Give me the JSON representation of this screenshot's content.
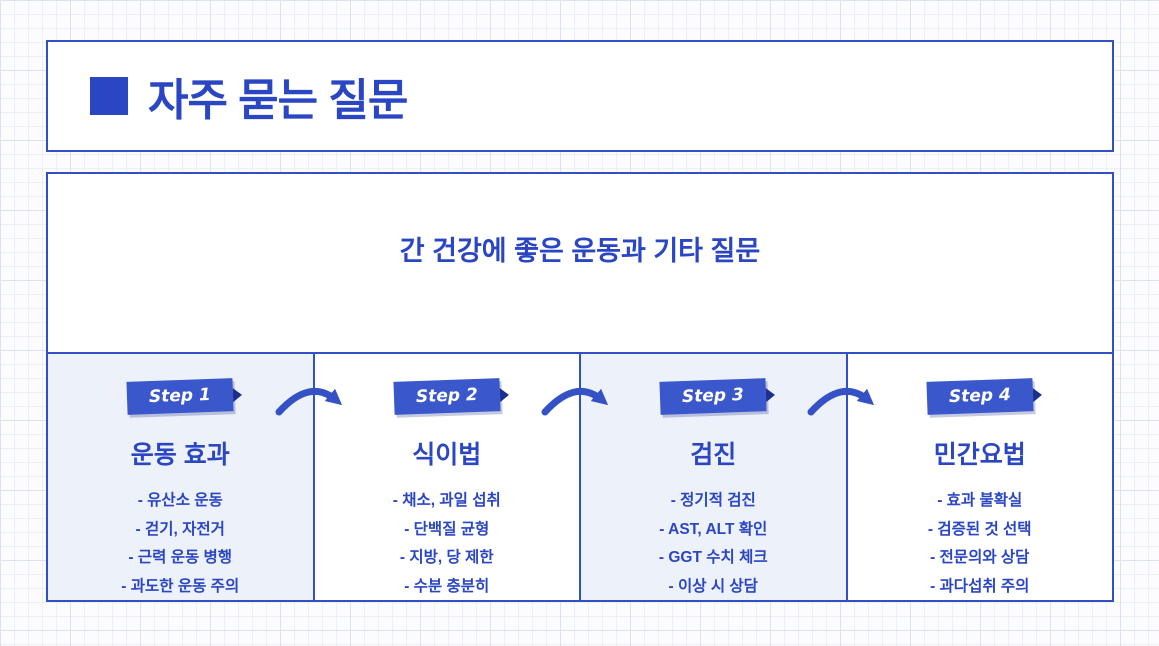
{
  "header": {
    "title": "자주 묻는 질문"
  },
  "content": {
    "heading": "간 건강에 좋은 운동과 기타 질문"
  },
  "steps": [
    {
      "badge": "Step 1",
      "title": "운동 효과",
      "items": [
        "- 유산소 운동",
        "- 걷기, 자전거",
        "- 근력 운동 병행",
        "- 과도한 운동 주의"
      ]
    },
    {
      "badge": "Step 2",
      "title": "식이법",
      "items": [
        "- 채소, 과일 섭취",
        "- 단백질 균형",
        "- 지방, 당 제한",
        "- 수분 충분히"
      ]
    },
    {
      "badge": "Step 3",
      "title": "검진",
      "items": [
        "- 정기적 검진",
        "- AST, ALT 확인",
        "- GGT 수치 체크",
        "- 이상 시 상담"
      ]
    },
    {
      "badge": "Step 4",
      "title": "민간요법",
      "items": [
        "- 효과 불확실",
        "- 검증된 것 선택",
        "- 전문의와 상담",
        "- 과다섭취 주의"
      ]
    }
  ],
  "colors": {
    "primary_blue": "#2b46c2",
    "border_blue": "#3250c4",
    "badge_blue": "#3a57cb",
    "shaded_column_bg": "#edf1fa"
  }
}
